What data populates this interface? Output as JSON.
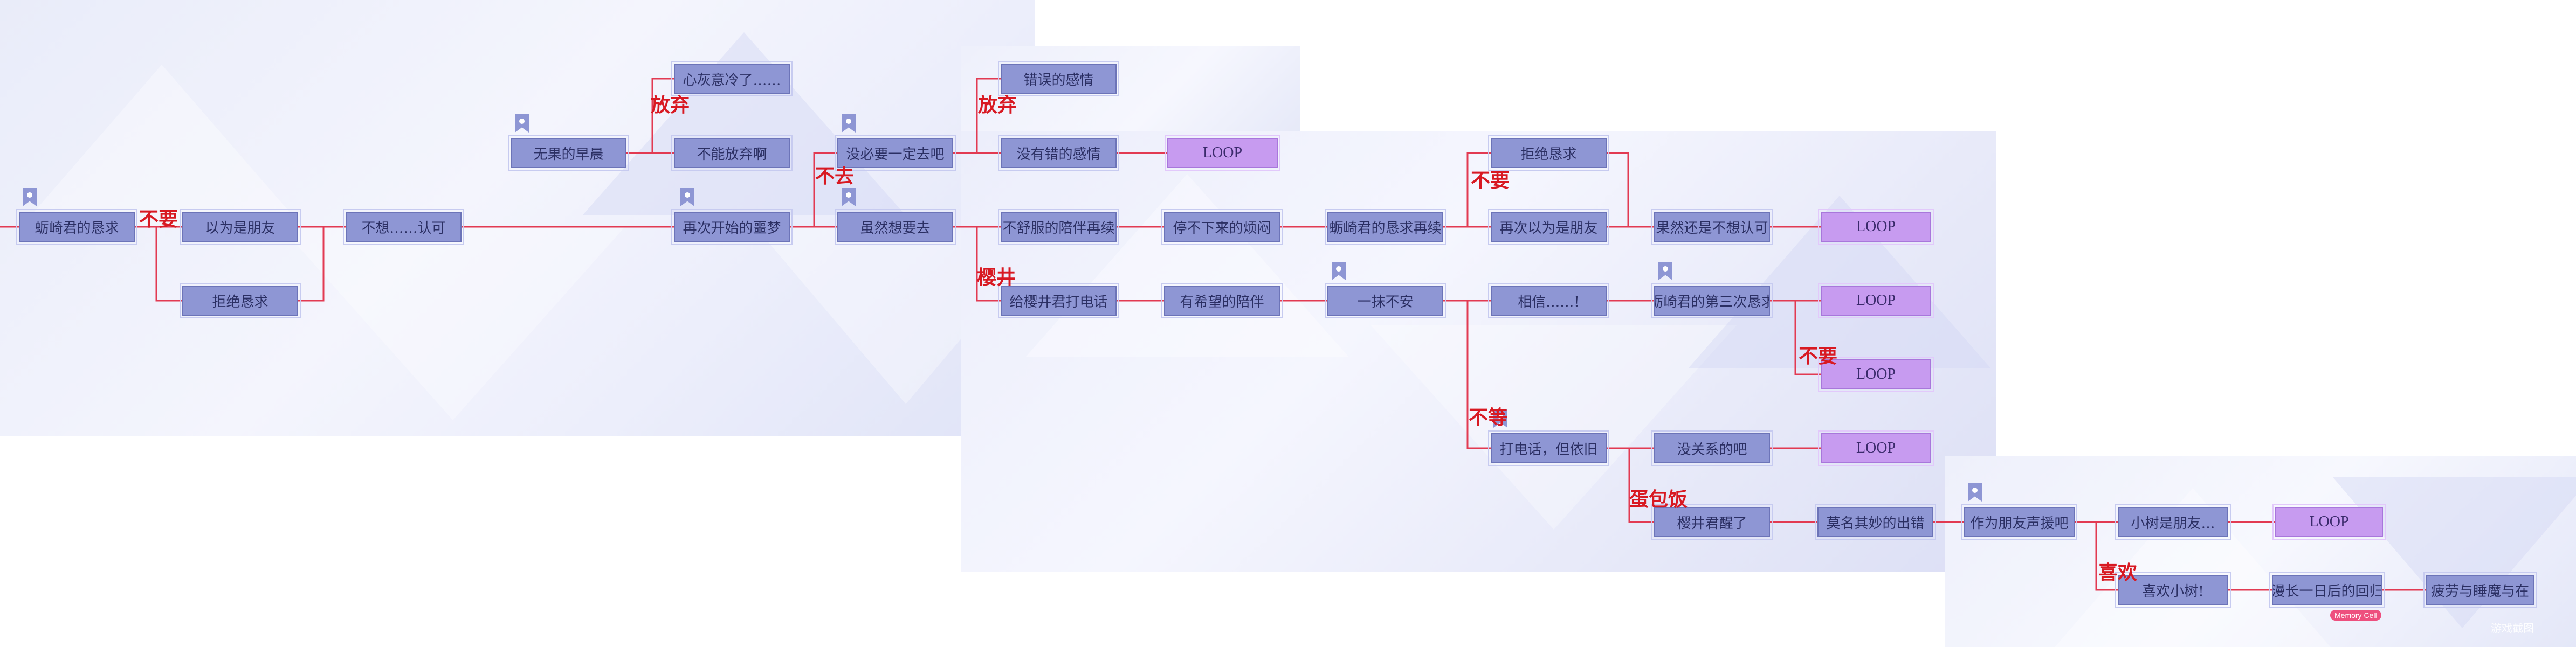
{
  "colors": {
    "line": "#e23a52",
    "node_fill": "#8e96d4",
    "loop_fill": "#c79bf0",
    "choice_label": "#d81922",
    "tag_fill": "#ee4f7e"
  },
  "nodes": {
    "n1": "蛎崎君的恳求",
    "n2": "以为是朋友",
    "n3": "拒绝恳求",
    "n4": "不想……认可",
    "n5": "无果的早晨",
    "n6": "心灰意冷了……",
    "n7": "不能放弃啊",
    "n8": "再次开始的噩梦",
    "n9": "没必要一定去吧",
    "n10": "虽然想要去",
    "n11": "错误的感情",
    "n12": "没有错的感情",
    "n13": "LOOP",
    "n14": "不舒服的陪伴再续",
    "n15": "停不下来的烦闷",
    "n16": "蛎崎君的恳求再续",
    "n17": "拒绝恳求",
    "n18": "再次以为是朋友",
    "n19": "果然还是不想认可",
    "n20": "LOOP",
    "n21": "给樱井君打电话",
    "n22": "有希望的陪伴",
    "n23": "一抹不安",
    "n24": "相信……!",
    "n25": "蛎崎君的第三次恳求",
    "n26": "LOOP",
    "n27": "LOOP",
    "n28": "打电话，但依旧",
    "n29": "没关系的吧",
    "n30": "LOOP",
    "n31": "樱井君醒了",
    "n32": "莫名其妙的出错",
    "n33": "作为朋友声援吧",
    "n34": "小树是朋友…",
    "n35": "LOOP",
    "n36": "喜欢小树!",
    "n37": "漫长一日后的回归",
    "n38": "疲劳与睡魔与在"
  },
  "labels": {
    "l1": "不要",
    "l2": "放弃",
    "l3": "不去",
    "l4": "放弃",
    "l5": "不要",
    "l6": "樱井",
    "l7": "不要",
    "l8": "不等",
    "l9": "蛋包饭",
    "l10": "喜欢"
  },
  "tag": "Memory Cell",
  "watermark": "游戏截图"
}
